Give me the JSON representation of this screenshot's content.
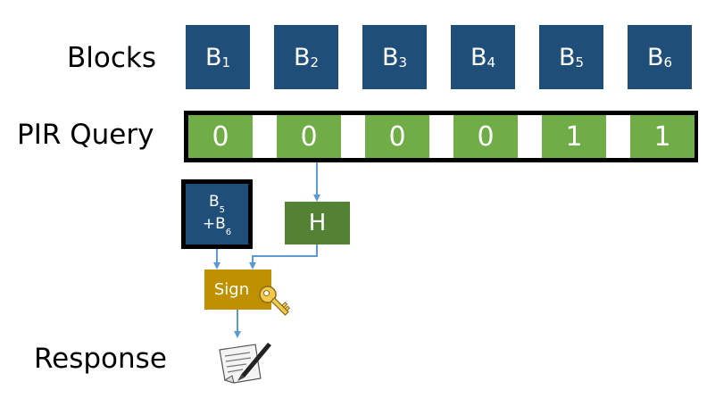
{
  "labels": {
    "blocks": "Blocks",
    "pir_query": "PIR Query",
    "response": "Response"
  },
  "blocks": [
    {
      "letter": "B",
      "index": "1"
    },
    {
      "letter": "B",
      "index": "2"
    },
    {
      "letter": "B",
      "index": "3"
    },
    {
      "letter": "B",
      "index": "4"
    },
    {
      "letter": "B",
      "index": "5"
    },
    {
      "letter": "B",
      "index": "6"
    }
  ],
  "query_bits": [
    "0",
    "0",
    "0",
    "0",
    "1",
    "1"
  ],
  "hash_box": {
    "label": "H"
  },
  "sum_box": {
    "line1_letter": "B",
    "line1_index": "5",
    "line2_prefix": "+B",
    "line2_index": "6"
  },
  "sign_box": {
    "label": "Sign"
  },
  "icons": [
    "key-icon",
    "signed-document-icon"
  ],
  "colors": {
    "block": "#1F4E79",
    "query_cell": "#70AD47",
    "hash": "#548235",
    "sign": "#BF9000",
    "arrow": "#5B9BD5"
  }
}
